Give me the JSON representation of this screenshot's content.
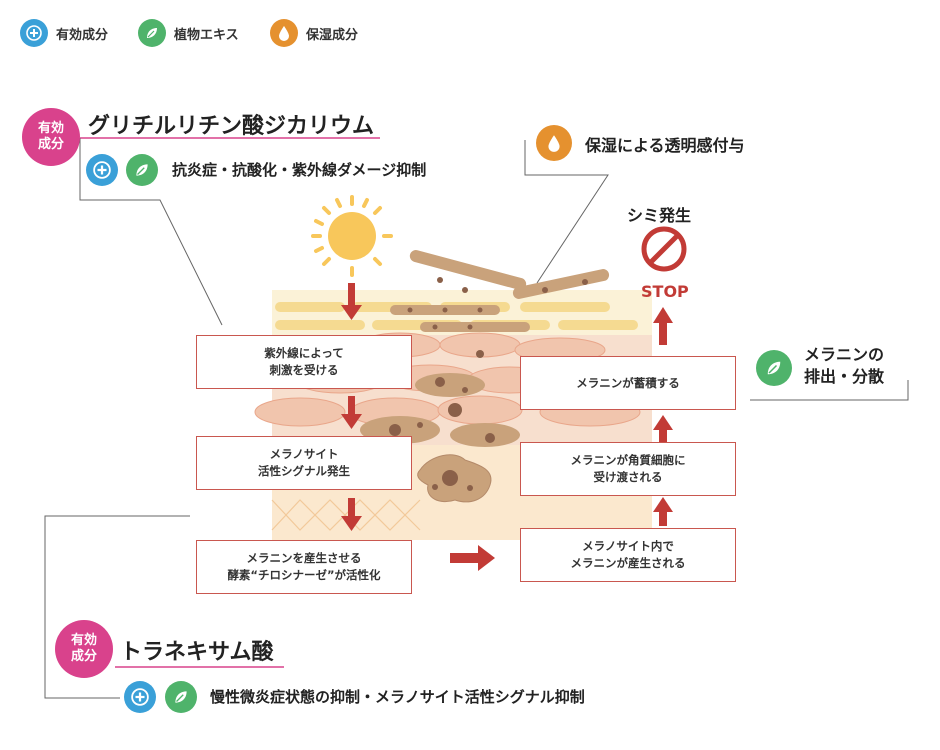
{
  "legend": [
    {
      "label": "有効成分",
      "icon": "plus-icon",
      "color": "#3aa0d8"
    },
    {
      "label": "植物エキス",
      "icon": "leaf-icon",
      "color": "#4fb36b"
    },
    {
      "label": "保湿成分",
      "icon": "drop-icon",
      "color": "#e5912f"
    }
  ],
  "ingredient1": {
    "badge_line1": "有効",
    "badge_line2": "成分",
    "name": "グリチルリチン酸ジカリウム",
    "effect": "抗炎症・抗酸化・紫外線ダメージ抑制"
  },
  "ingredient2": {
    "badge_line1": "有効",
    "badge_line2": "成分",
    "name": "トラネキサム酸",
    "effect": "慢性微炎症状態の抑制・メラノサイト活性シグナル抑制"
  },
  "moisture_label": "保湿による透明感付与",
  "melanin_out": {
    "line1": "メラニンの",
    "line2": "排出・分散"
  },
  "stop": {
    "title": "シミ発生",
    "label": "STOP"
  },
  "left_steps": [
    {
      "line1": "紫外線によって",
      "line2": "刺激を受ける"
    },
    {
      "line1": "メラノサイト",
      "line2": "活性シグナル発生"
    },
    {
      "line1": "メラニンを産生させる",
      "line2": "酵素“チロシナーゼ”が活性化"
    }
  ],
  "right_steps": [
    {
      "line1": "メラニンが蓄積する",
      "line2": ""
    },
    {
      "line1": "メラニンが角質細胞に",
      "line2": "受け渡される"
    },
    {
      "line1": "メラノサイト内で",
      "line2": "メラニンが産生される"
    }
  ],
  "colors": {
    "arrow": "#c23b36",
    "badge": "#d9428c",
    "box_border": "#c9574f"
  }
}
